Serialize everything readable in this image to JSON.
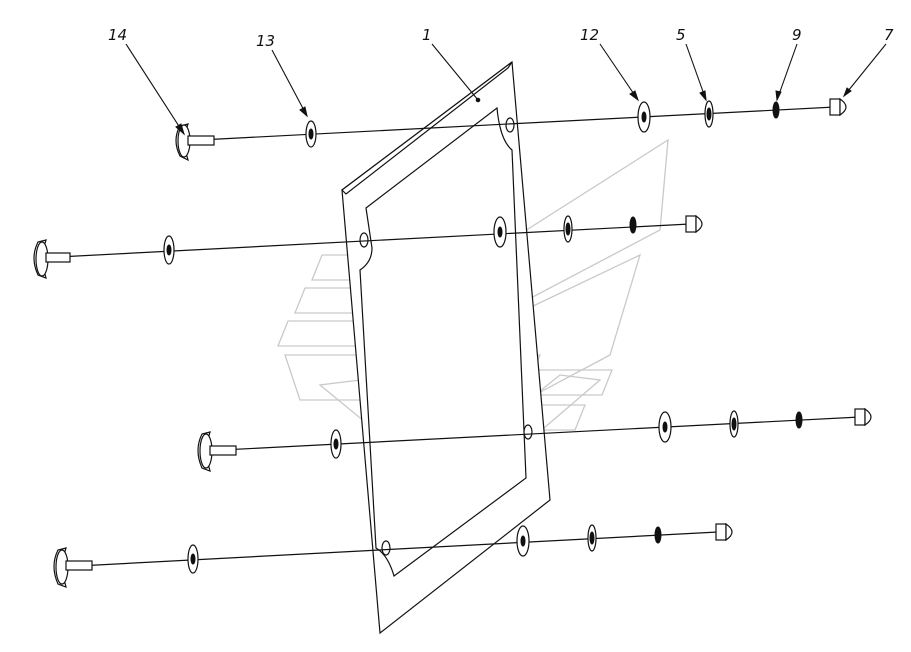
{
  "callouts": [
    {
      "id": "14",
      "label": "14"
    },
    {
      "id": "13",
      "label": "13"
    },
    {
      "id": "1",
      "label": "1"
    },
    {
      "id": "12",
      "label": "12"
    },
    {
      "id": "5",
      "label": "5"
    },
    {
      "id": "9",
      "label": "9"
    },
    {
      "id": "7",
      "label": "7"
    }
  ],
  "colors": {
    "line": "#111111",
    "watermark": "#c9c9c9",
    "background": "#ffffff"
  }
}
